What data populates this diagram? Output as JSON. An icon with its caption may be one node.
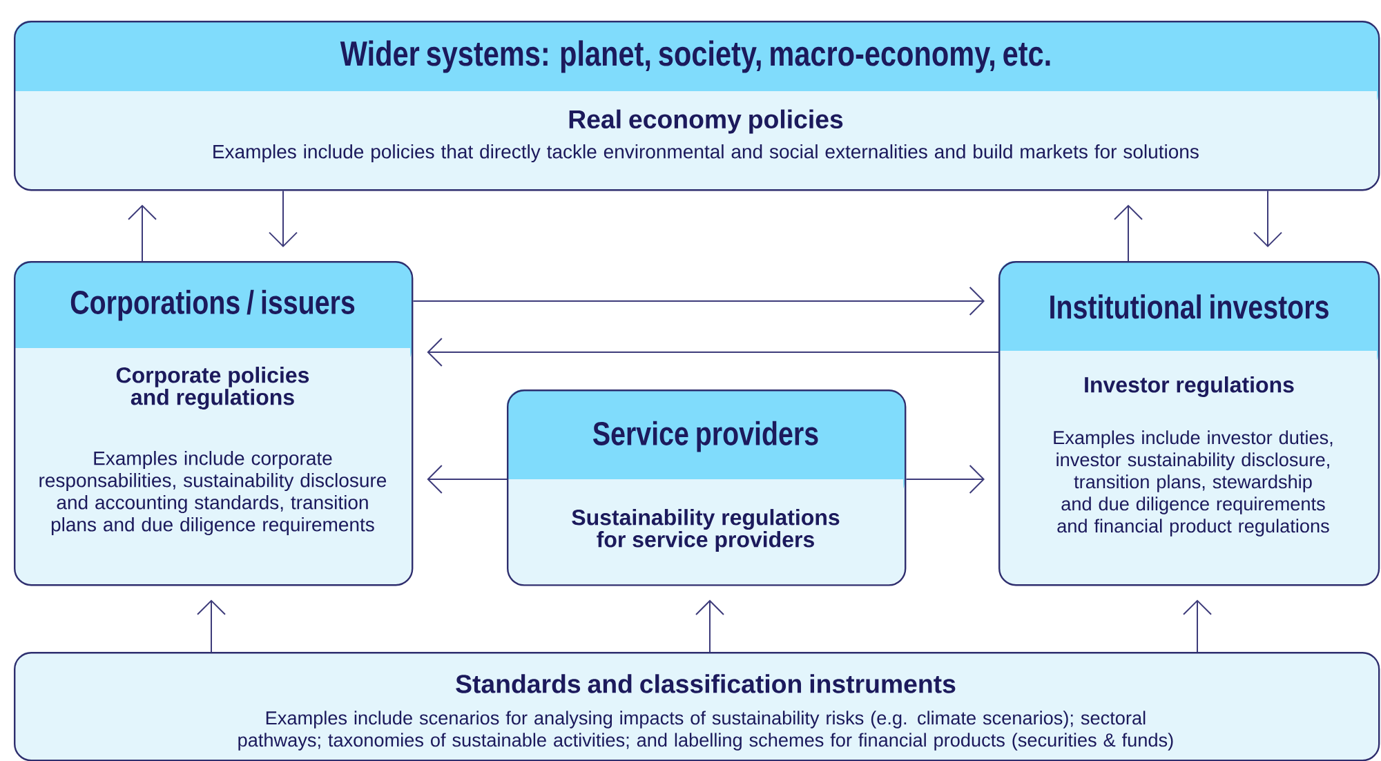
{
  "diagram": {
    "nodes": [
      {
        "text": [
          "Wider systems: planet, society, macro-economy, etc.",
          "Real economy policies",
          "Examples include policies that directly tackle environmental and social externalities and build markets for solutions"
        ]
      },
      {
        "text": [
          "Corporations / issuers",
          "Corporate policies and regulations",
          "Examples include corporate responsabilities, sustainability disclosure and accounting standards, transition plans and due diligence requirements"
        ]
      },
      {
        "text": [
          "Service providers",
          "Sustainability regulations for service providers"
        ]
      },
      {
        "text": [
          "Institutional investors",
          "Investor regulations",
          "Examples include investor duties, investor sustainability disclosure, transition plans, stewardship and due diligence requirements and financial product regulations"
        ]
      },
      {
        "text": [
          "Standards and classification instruments",
          "Examples include scenarios for analysing impacts of sustainability risks (e.g. climate scenarios); sectoral pathways; taxonomies of sustainable activities; and labelling schemes for financial products (securities & funds)"
        ]
      }
    ],
    "edges": [
      {
        "from": 1,
        "to": 0,
        "arrow": "to"
      },
      {
        "from": 0,
        "to": 1,
        "arrow": "to"
      },
      {
        "from": 3,
        "to": 0,
        "arrow": "to"
      },
      {
        "from": 0,
        "to": 3,
        "arrow": "to"
      },
      {
        "from": 1,
        "to": 3,
        "arrow": "to"
      },
      {
        "from": 3,
        "to": 1,
        "arrow": "to"
      },
      {
        "from": 2,
        "to": 1,
        "arrow": "to"
      },
      {
        "from": 2,
        "to": 3,
        "arrow": "to"
      },
      {
        "from": 4,
        "to": 1,
        "arrow": "to"
      },
      {
        "from": 4,
        "to": 2,
        "arrow": "to"
      },
      {
        "from": 4,
        "to": 3,
        "arrow": "to"
      }
    ]
  }
}
